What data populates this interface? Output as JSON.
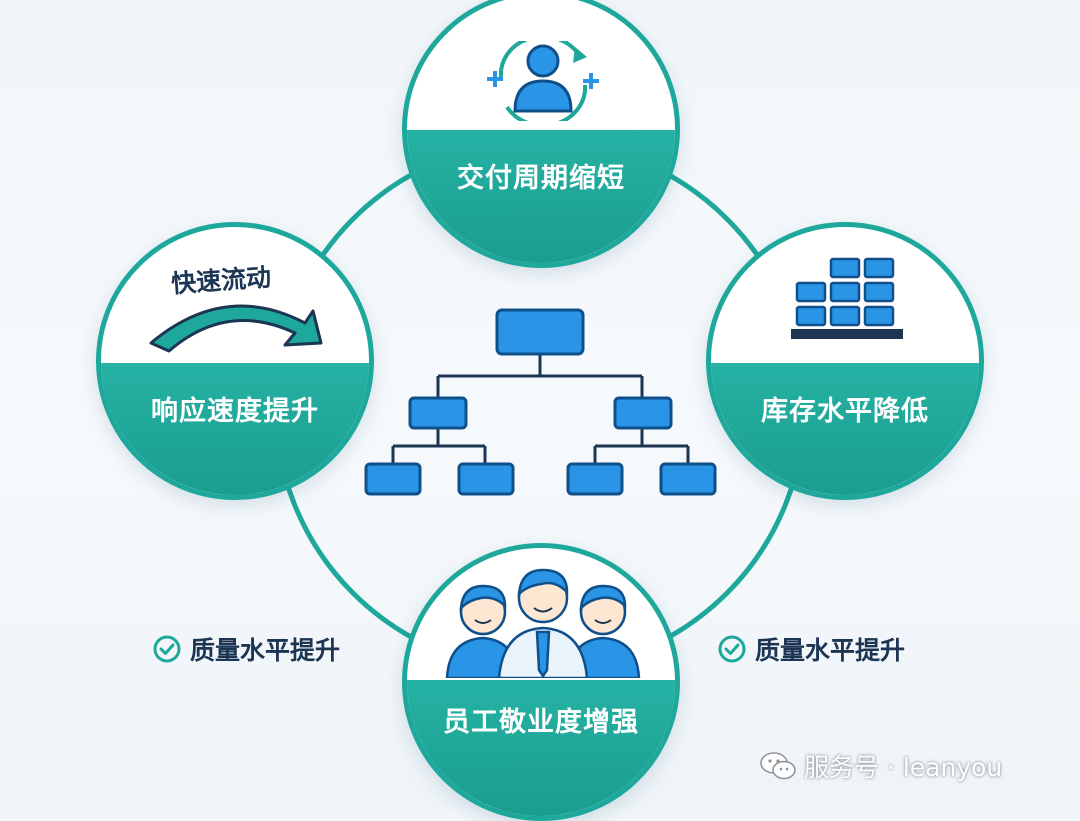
{
  "diagram": {
    "nodes": {
      "top": {
        "label": "交付周期缩短",
        "icon": "user-cycle-icon"
      },
      "left": {
        "label": "响应速度提升",
        "arrow_label": "快速流动",
        "icon": "curved-arrow-icon"
      },
      "right": {
        "label": "库存水平降低",
        "icon": "inventory-blocks-icon"
      },
      "bottom": {
        "label": "员工敬业度增强",
        "icon": "team-people-icon"
      }
    },
    "center": {
      "icon": "org-chart-icon"
    },
    "notes": [
      {
        "text": "质量水平提升",
        "icon": "check-circle-icon"
      },
      {
        "text": "质量水平提升",
        "icon": "check-circle-icon"
      }
    ]
  },
  "watermark": {
    "text": "服务号 · leanyou",
    "icon": "wechat-icon"
  },
  "colors": {
    "teal": "#1ea89c",
    "blue": "#1e86d8",
    "navy": "#1b3553"
  }
}
